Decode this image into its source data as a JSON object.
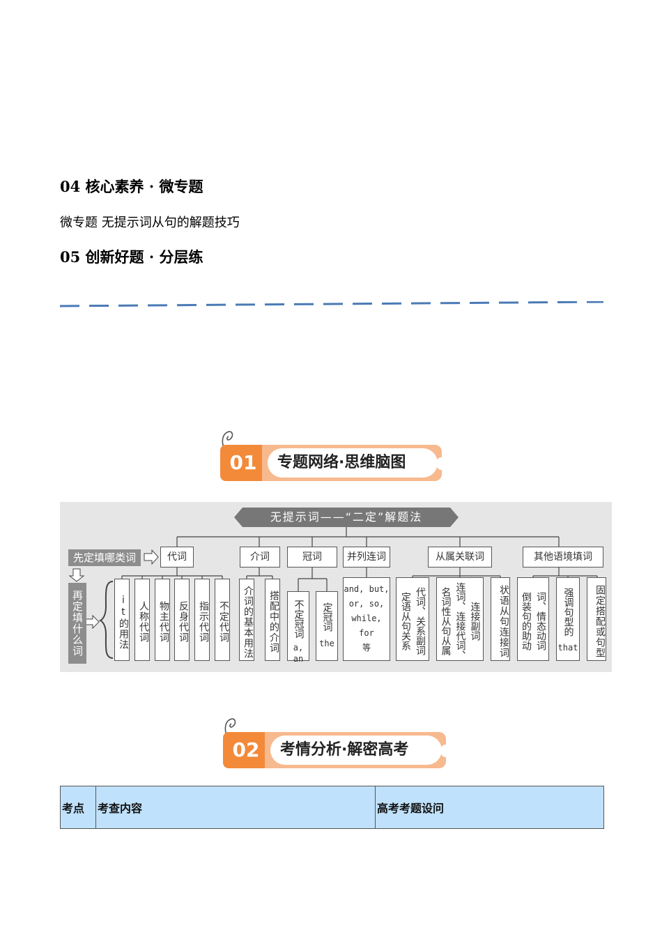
{
  "sections": {
    "s04_title": "04 核心素养 · 微专题",
    "s04_sub": "微专题 无提示词从句的解题技巧",
    "s05_title": "05 创新好题 · 分层练"
  },
  "banner1": {
    "num": "01",
    "text": "专题网络·思维脑图"
  },
  "banner2": {
    "num": "02",
    "text": "考情分析·解密高考"
  },
  "mindmap": {
    "title": "无提示词——“二定”解题法",
    "step1": "先定填哪类词",
    "step2": "再定填什么词",
    "categories": [
      "代词",
      "介词",
      "冠词",
      "并列连词",
      "从属关联词",
      "其他语境填词"
    ],
    "pronoun_leaves": [
      "it的用法",
      "人称代词",
      "物主代词",
      "反身代词",
      "指示代词",
      "不定代词"
    ],
    "prep_leaves": [
      "介词的基本用法",
      "搭配中的介词"
    ],
    "article_leaves": [
      {
        "top": "不定冠词",
        "bottom": "a, an"
      },
      {
        "top": "定冠词",
        "bottom": "the"
      }
    ],
    "conj_leaf": [
      "and, but,",
      "or, so,",
      "while,",
      "for",
      "等"
    ],
    "sub_leaves": [
      {
        "col1": "代词、关系副词",
        "col2": "定语从句关系"
      },
      {
        "col1": "连接副词",
        "col2": "连词、连接代词、",
        "col3": "名词性从句从属"
      },
      {
        "col1": "状语从句连接词"
      }
    ],
    "other_leaves": [
      {
        "col1": "词、情态动词",
        "col2": "倒装句的助动"
      },
      {
        "top": "强调句型的",
        "bottom": "that"
      },
      {
        "col1": "固定搭配或句型"
      }
    ]
  },
  "table": {
    "headers": [
      "考点",
      "考查内容",
      "高考考题设问"
    ]
  },
  "colors": {
    "banner_orange": "#f28a3a",
    "banner_light": "#f7b98e",
    "dash_blue": "#4a7ab5",
    "table_header": "#bfe1fb",
    "map_bg": "#e6e6e6"
  }
}
